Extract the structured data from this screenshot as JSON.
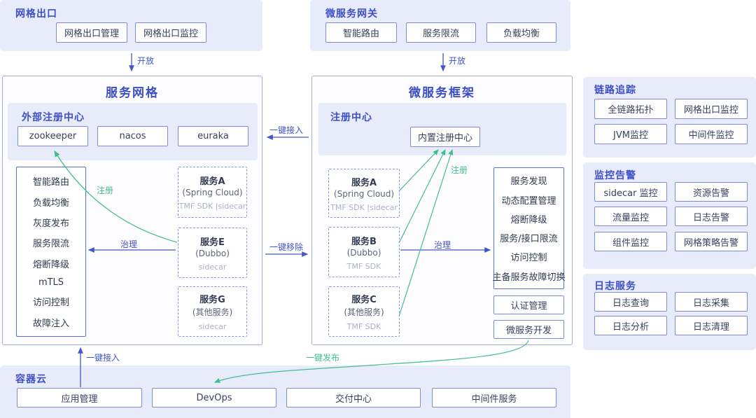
{
  "colors": {
    "accent_blue": "#3D4FC6",
    "arrow_blue": "#4456C8",
    "arrow_green": "#41BE8F",
    "panel_bg": "#E8EBFA"
  },
  "labels": {
    "open": "开放",
    "one_key_join": "一键接入",
    "one_key_remove": "一键移除",
    "register": "注册",
    "govern": "治理",
    "one_key_publish": "一键发布"
  },
  "panels": {
    "mesh_exit": {
      "title": "网格出口",
      "buttons": [
        "网格出口管理",
        "网格出口监控"
      ]
    },
    "gateway": {
      "title": "微服务网关",
      "buttons": [
        "智能路由",
        "服务限流",
        "负载均衡"
      ]
    },
    "service_mesh": {
      "title": "服务网格",
      "external_registry": {
        "title": "外部注册中心",
        "buttons": [
          "zookeeper",
          "nacos",
          "euraka"
        ]
      },
      "capabilities": [
        "智能路由",
        "负载均衡",
        "灰度发布",
        "服务限流",
        "熔断降级",
        "mTLS",
        "访问控制",
        "故障注入"
      ],
      "services": [
        {
          "name": "服务A",
          "type": "(Spring Cloud)",
          "sdk": "TMF SDK |sidecar"
        },
        {
          "name": "服务E",
          "type": "(Dubbo)",
          "sdk": "sidecar"
        },
        {
          "name": "服务G",
          "type": "(其他服务)",
          "sdk": "sidecar"
        }
      ]
    },
    "framework": {
      "title": "微服务框架",
      "registry": {
        "title": "注册中心",
        "button": "内置注册中心"
      },
      "services": [
        {
          "name": "服务A",
          "type": "(Spring Cloud)",
          "sdk": "TMF SDK |sidecar"
        },
        {
          "name": "服务B",
          "type": "(Dubbo)",
          "sdk": "TMF SDK"
        },
        {
          "name": "服务C",
          "type": "(其他服务)",
          "sdk": "TMF SDK"
        }
      ],
      "capabilities": [
        "服务发现",
        "动态配置管理",
        "熔断降级",
        "服务/接口限流",
        "访问控制",
        "主备服务故障切换"
      ],
      "buttons": [
        "认证管理",
        "微服务开发"
      ]
    },
    "tracing": {
      "title": "链路追踪",
      "buttons": [
        "全链路拓扑",
        "网格出口监控",
        "JVM监控",
        "中间件监控"
      ]
    },
    "monitoring": {
      "title": "监控告警",
      "buttons": [
        "sidecar 监控",
        "资源告警",
        "流量监控",
        "日志告警",
        "组件监控",
        "网格策略告警"
      ]
    },
    "logging": {
      "title": "日志服务",
      "buttons": [
        "日志查询",
        "日志采集",
        "日志分析",
        "日志清理"
      ]
    },
    "container_cloud": {
      "title": "容器云",
      "buttons": [
        "应用管理",
        "DevOps",
        "交付中心",
        "中间件服务"
      ]
    }
  }
}
